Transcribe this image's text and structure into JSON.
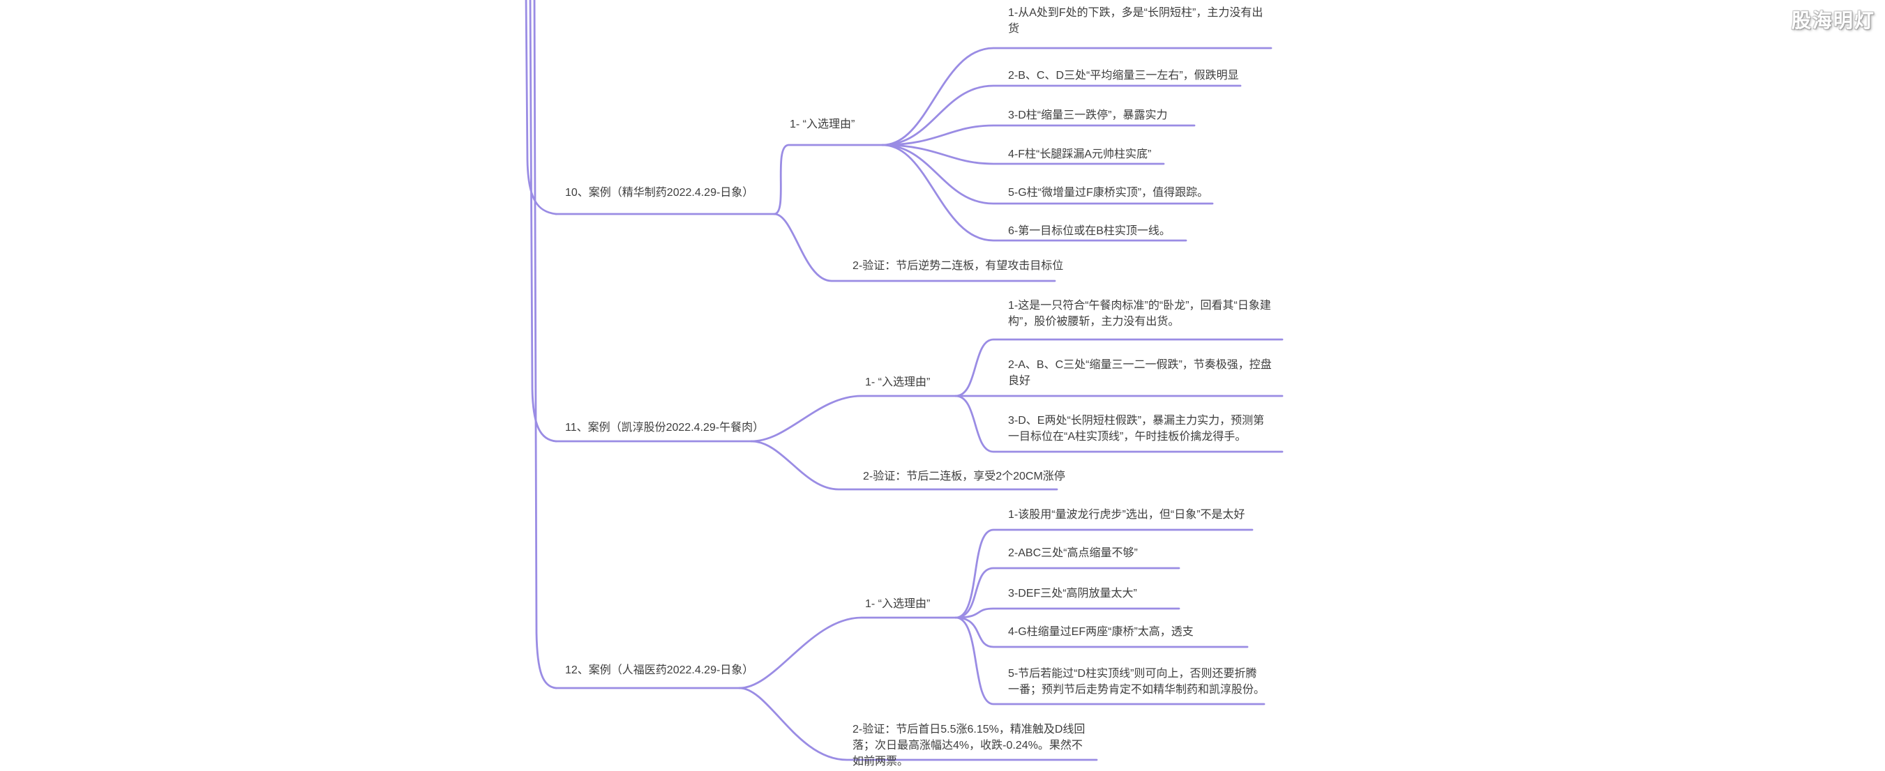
{
  "watermark": "股海明灯",
  "colors": {
    "branch": "#9a8ce4",
    "text": "#3d3d3d"
  },
  "cases": [
    {
      "title": "10、案例（精华制药2022.4.29-日象）",
      "reason_label": "1- “入选理由”",
      "reasons": [
        "1-从A处到F处的下跌，多是“长阴短柱”，主力没有出货",
        "2-B、C、D三处“平均缩量三一左右”，假跌明显",
        "3-D柱“缩量三一跌停”，暴露实力",
        "4-F柱“长腿踩漏A元帅柱实底”",
        "5-G柱“微增量过F康桥实顶”，值得跟踪。",
        "6-第一目标位或在B柱实顶一线。"
      ],
      "verify": "2-验证：节后逆势二连板，有望攻击目标位"
    },
    {
      "title": "11、案例（凯淳股份2022.4.29-午餐肉）",
      "reason_label": "1- “入选理由”",
      "reasons": [
        "1-这是一只符合“午餐肉标准”的“卧龙”，回看其“日象建构”，股价被腰斩，主力没有出货。",
        "2-A、B、C三处“缩量三一二一假跌”，节奏极强，控盘良好",
        "3-D、E两处“长阴短柱假跌”，暴漏主力实力，预测第一目标位在“A柱实顶线”，午时挂板价擒龙得手。"
      ],
      "verify": "2-验证：节后二连板，享受2个20CM涨停"
    },
    {
      "title": "12、案例（人福医药2022.4.29-日象）",
      "reason_label": "1- “入选理由”",
      "reasons": [
        "1-该股用“量波龙行虎步”选出，但“日象”不是太好",
        "2-ABC三处“高点缩量不够”",
        "3-DEF三处“高阴放量太大”",
        "4-G柱缩量过EF两座“康桥”太高，透支",
        "5-节后若能过“D柱实顶线”则可向上，否则还要折腾一番；预判节后走势肯定不如精华制药和凯淳股份。"
      ],
      "verify": "2-验证：节后首日5.5涨6.15%，精准触及D线回落；次日最高涨幅达4%，收跌-0.24%。果然不如前两票。"
    }
  ]
}
